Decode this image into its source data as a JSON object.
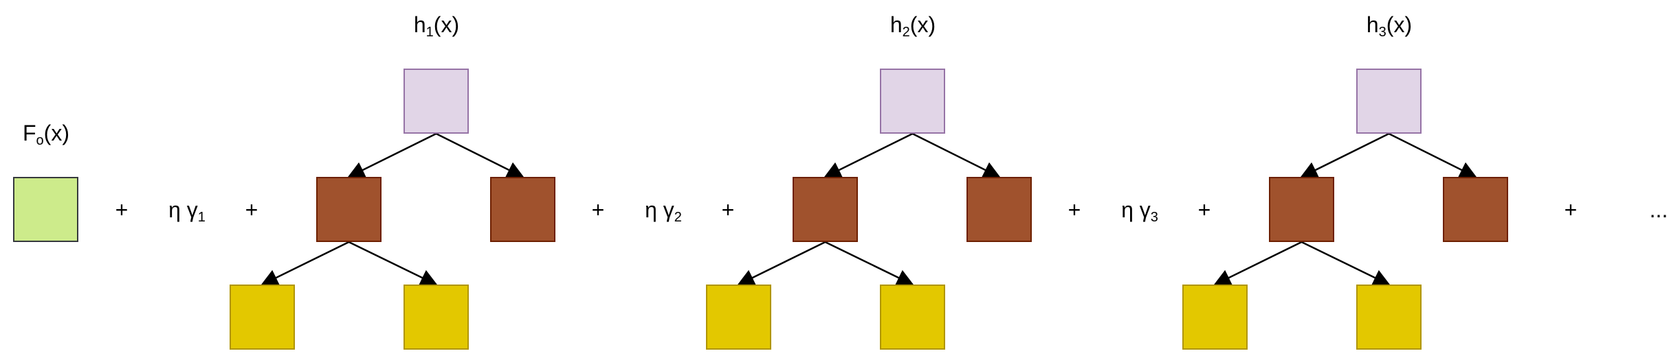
{
  "initial": {
    "label_main": "F",
    "label_sub": "o",
    "label_tail": "(x)",
    "color": "#cdeb8b"
  },
  "operators": {
    "plus": "+",
    "ellipsis": "...",
    "eta": "η γ"
  },
  "terms": [
    {
      "tree_label_main": "h",
      "tree_label_sub": "1",
      "tree_label_tail": "(x)",
      "gamma_sub": "1"
    },
    {
      "tree_label_main": "h",
      "tree_label_sub": "2",
      "tree_label_tail": "(x)",
      "gamma_sub": "2"
    },
    {
      "tree_label_main": "h",
      "tree_label_sub": "3",
      "tree_label_tail": "(x)",
      "gamma_sub": "3"
    }
  ],
  "colors": {
    "root": "#e1d5e7",
    "internal": "#a0522d",
    "leaf": "#e3c800",
    "edge": "#000000"
  }
}
